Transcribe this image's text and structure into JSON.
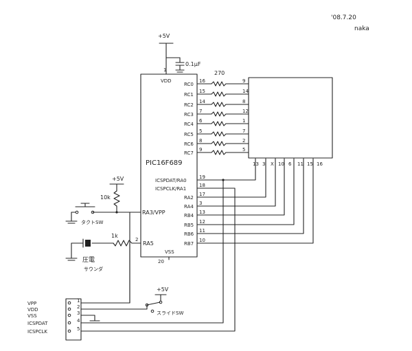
{
  "header": {
    "date": "'08.7.20",
    "author": "naka"
  },
  "power": {
    "vcc_label": "+5V",
    "cap_label": "0.1μF"
  },
  "mcu": {
    "name": "PIC16F689",
    "vdd_label": "VDD",
    "vdd_pin": "1",
    "vss_label": "VSS",
    "vss_pin": "20",
    "left_pins": [
      {
        "name": "RA3/VPP",
        "pin": ""
      },
      {
        "name": "RA5",
        "pin": "2"
      }
    ],
    "right_pins": [
      {
        "name": "RC0",
        "pin": "16"
      },
      {
        "name": "RC1",
        "pin": "15"
      },
      {
        "name": "RC2",
        "pin": "14"
      },
      {
        "name": "RC3",
        "pin": "7"
      },
      {
        "name": "RC4",
        "pin": "6"
      },
      {
        "name": "RC5",
        "pin": "5"
      },
      {
        "name": "RC6",
        "pin": "8"
      },
      {
        "name": "RC7",
        "pin": "9"
      },
      {
        "name": "ICSPDAT/RA0",
        "pin": "19"
      },
      {
        "name": "ICSPCLK/RA1",
        "pin": "18"
      },
      {
        "name": "RA2",
        "pin": "17"
      },
      {
        "name": "RA4",
        "pin": "3"
      },
      {
        "name": "RB4",
        "pin": "13"
      },
      {
        "name": "RB5",
        "pin": "12"
      },
      {
        "name": "RB6",
        "pin": "11"
      },
      {
        "name": "RB7",
        "pin": "10"
      }
    ]
  },
  "resistor_array_label": "270",
  "display": {
    "seg_pins": [
      "9",
      "14",
      "8",
      "12",
      "1",
      "7",
      "2",
      "5"
    ],
    "bottom_pins": [
      "13",
      "3",
      "X",
      "10",
      "6",
      "11",
      "15",
      "16"
    ]
  },
  "reset": {
    "vcc_label": "+5V",
    "resistor_label": "10k",
    "switch_label": "タクトSW"
  },
  "buzzer": {
    "resistor_label": "1k",
    "label_line1": "圧電",
    "label_line2": "サウンダ"
  },
  "slide": {
    "vcc_label": "+5V",
    "switch_label": "スライドSW"
  },
  "icsp": {
    "labels": [
      "VPP",
      "VDD",
      "VSS",
      "ICSPDAT",
      "ICSPCLK"
    ],
    "pins": [
      "1",
      "2",
      "3",
      "4",
      "5"
    ]
  }
}
